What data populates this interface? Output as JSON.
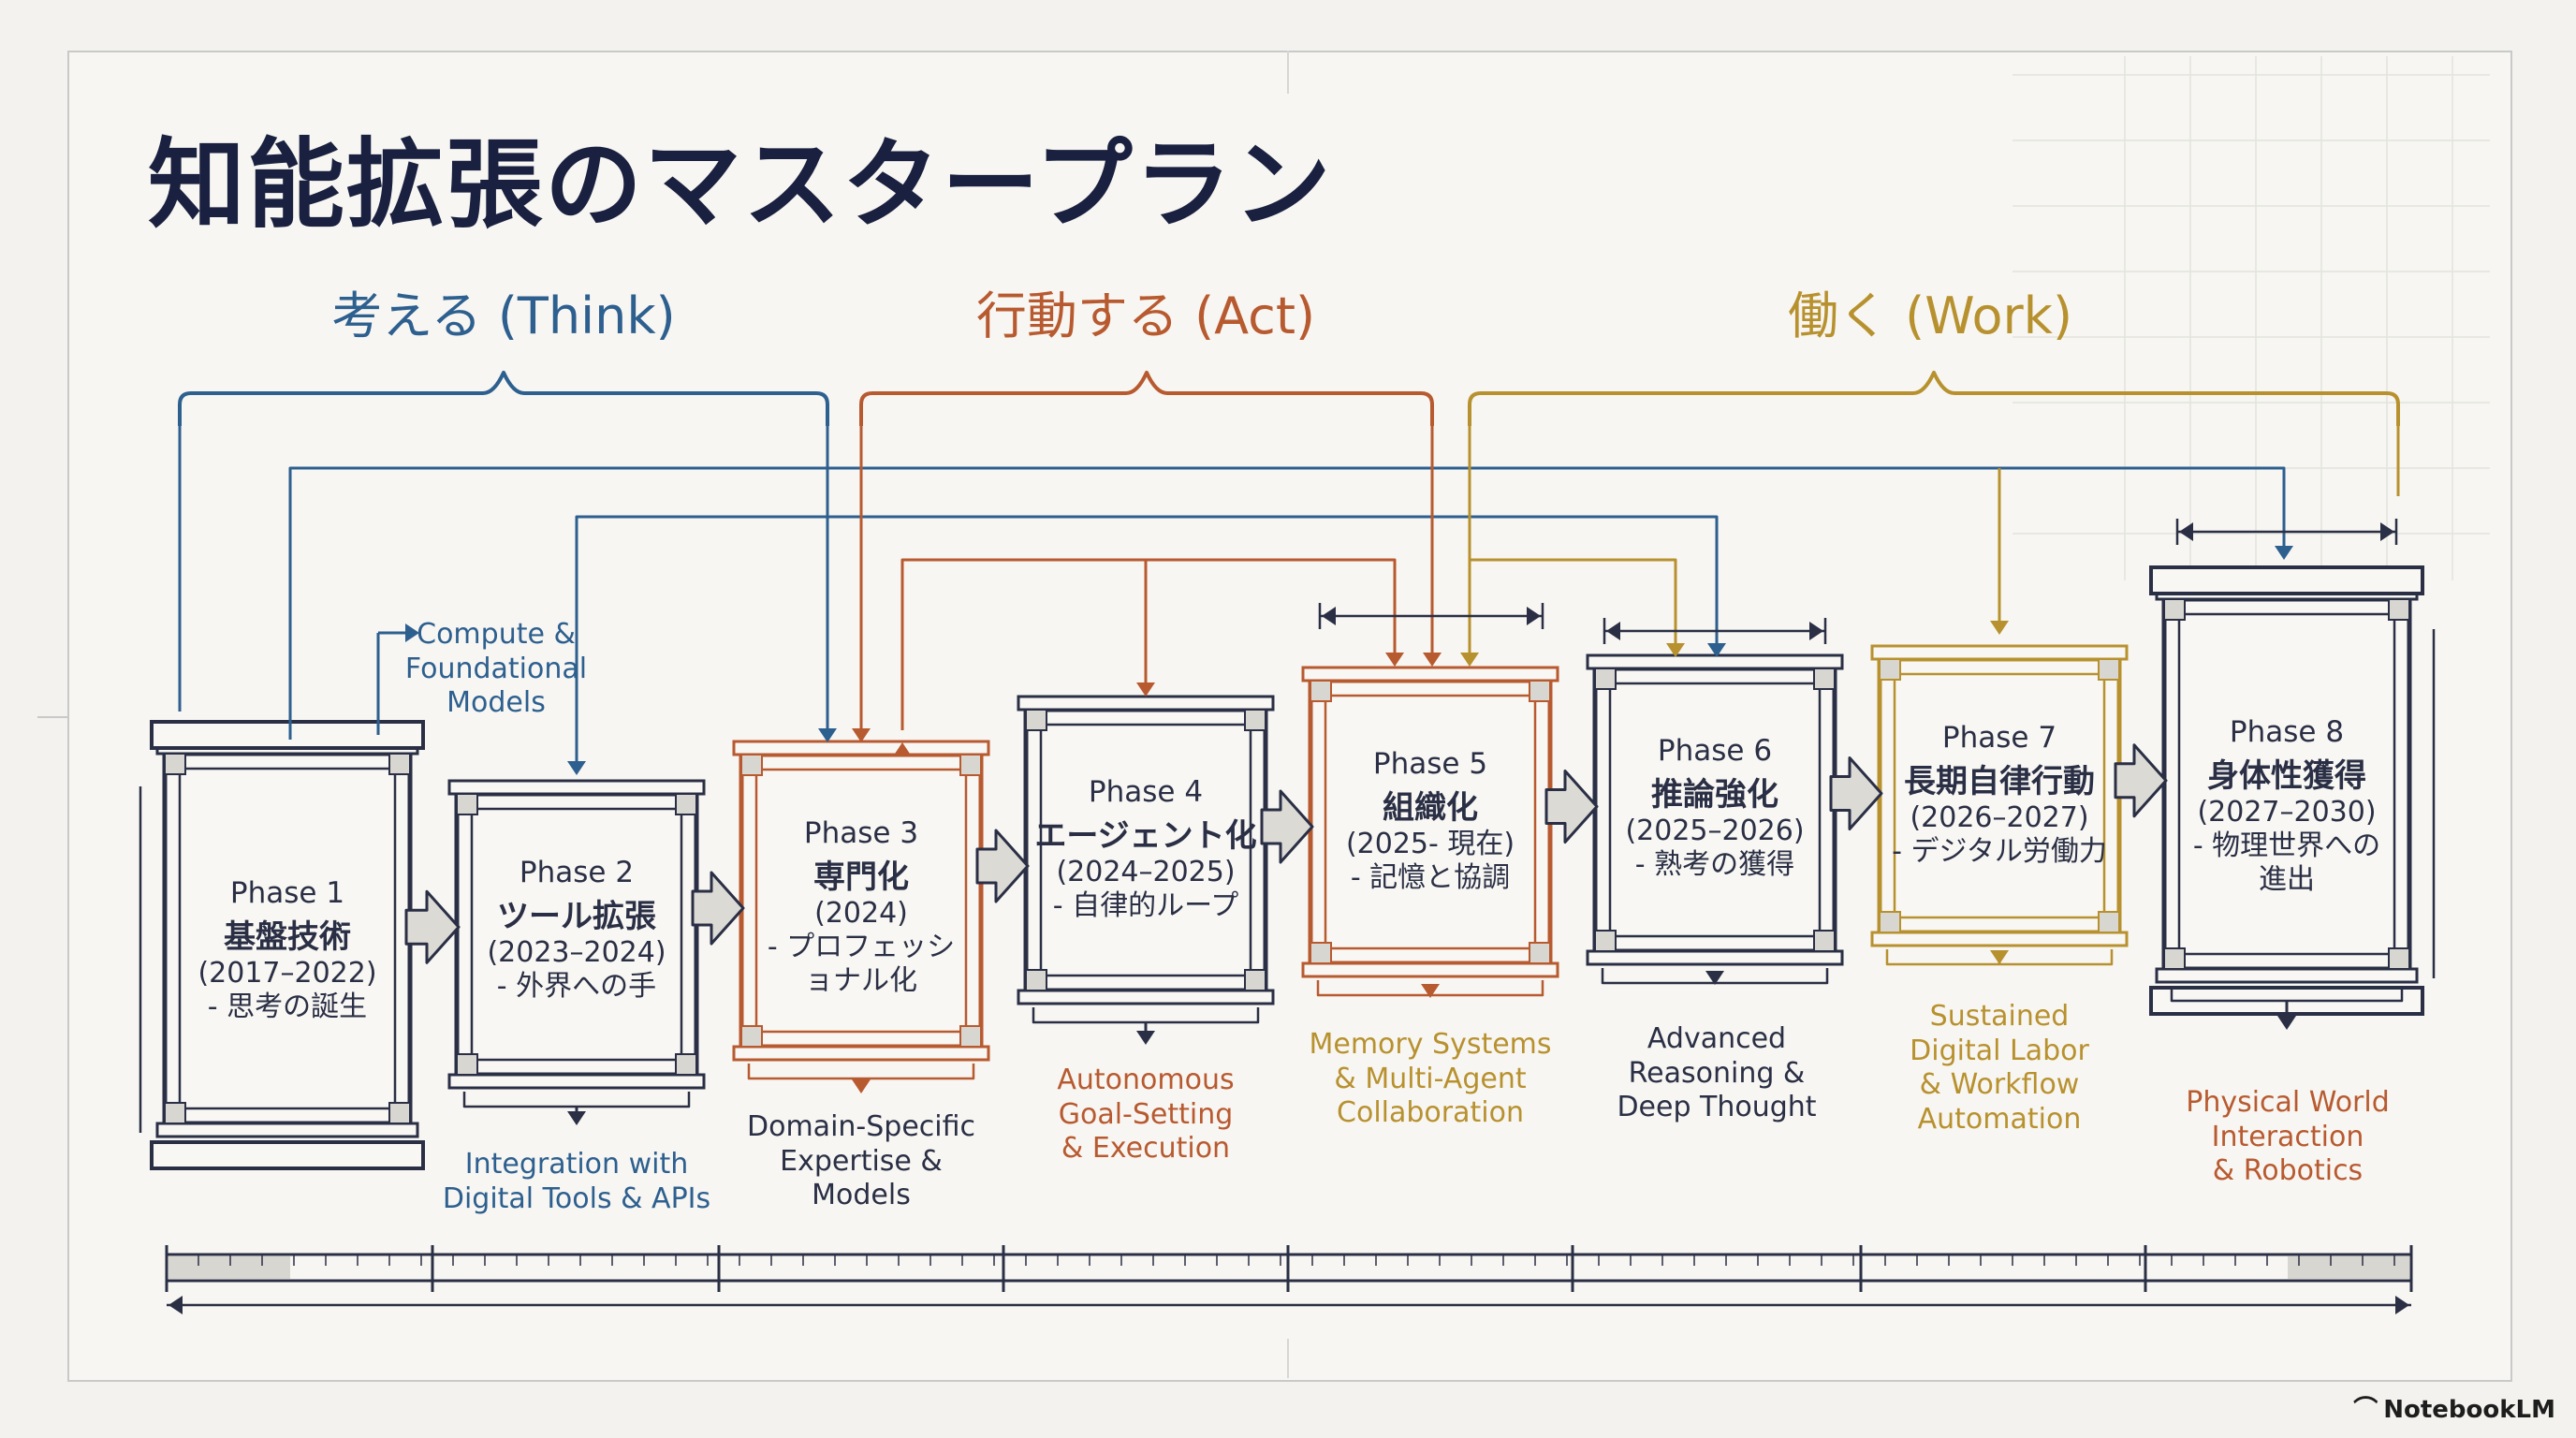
{
  "title": "知能拡張のマスタープラン",
  "groups": [
    {
      "label": "考える (Think)",
      "color": "#2d5f8f"
    },
    {
      "label": "行動する (Act)",
      "color": "#b85a30"
    },
    {
      "label": "働く (Work)",
      "color": "#b8912f"
    }
  ],
  "phases": [
    {
      "label": "Phase 1",
      "name": "基盤技術",
      "dates": "(2017–2022)",
      "desc": "- 思考の誕生",
      "note": "Compute &\nFoundational\nModels"
    },
    {
      "label": "Phase 2",
      "name": "ツール拡張",
      "dates": "(2023–2024)",
      "desc": "- 外界への手",
      "note": "Integration with\nDigital Tools & APIs"
    },
    {
      "label": "Phase 3",
      "name": "専門化",
      "dates": "(2024)",
      "desc": "- プロフェッシ\nョナル化",
      "note": "Domain-Specific\nExpertise &\nModels"
    },
    {
      "label": "Phase 4",
      "name": "エージェント化",
      "dates": "(2024–2025)",
      "desc": "- 自律的ループ",
      "note": "Autonomous\nGoal-Setting\n& Execution"
    },
    {
      "label": "Phase 5",
      "name": "組織化",
      "dates": "(2025- 現在)",
      "desc": "- 記憶と協調",
      "note": "Memory Systems\n& Multi-Agent\nCollaboration"
    },
    {
      "label": "Phase 6",
      "name": "推論強化",
      "dates": "(2025–2026)",
      "desc": "- 熟考の獲得",
      "note": "Advanced\nReasoning &\nDeep Thought"
    },
    {
      "label": "Phase 7",
      "name": "長期自律行動",
      "dates": "(2026–2027)",
      "desc": "- デジタル労働力",
      "note": "Sustained\nDigital Labor\n& Workflow\nAutomation"
    },
    {
      "label": "Phase 8",
      "name": "身体性獲得",
      "dates": "(2027–2030)",
      "desc": "- 物理世界への\n進出",
      "note": "Physical World\nInteraction\n& Robotics"
    }
  ],
  "colors": {
    "ink": "#2a2f45",
    "think": "#2d5f8f",
    "act": "#b85a30",
    "work": "#b8912f",
    "title": "#1a2140"
  },
  "brand": "NotebookLM"
}
